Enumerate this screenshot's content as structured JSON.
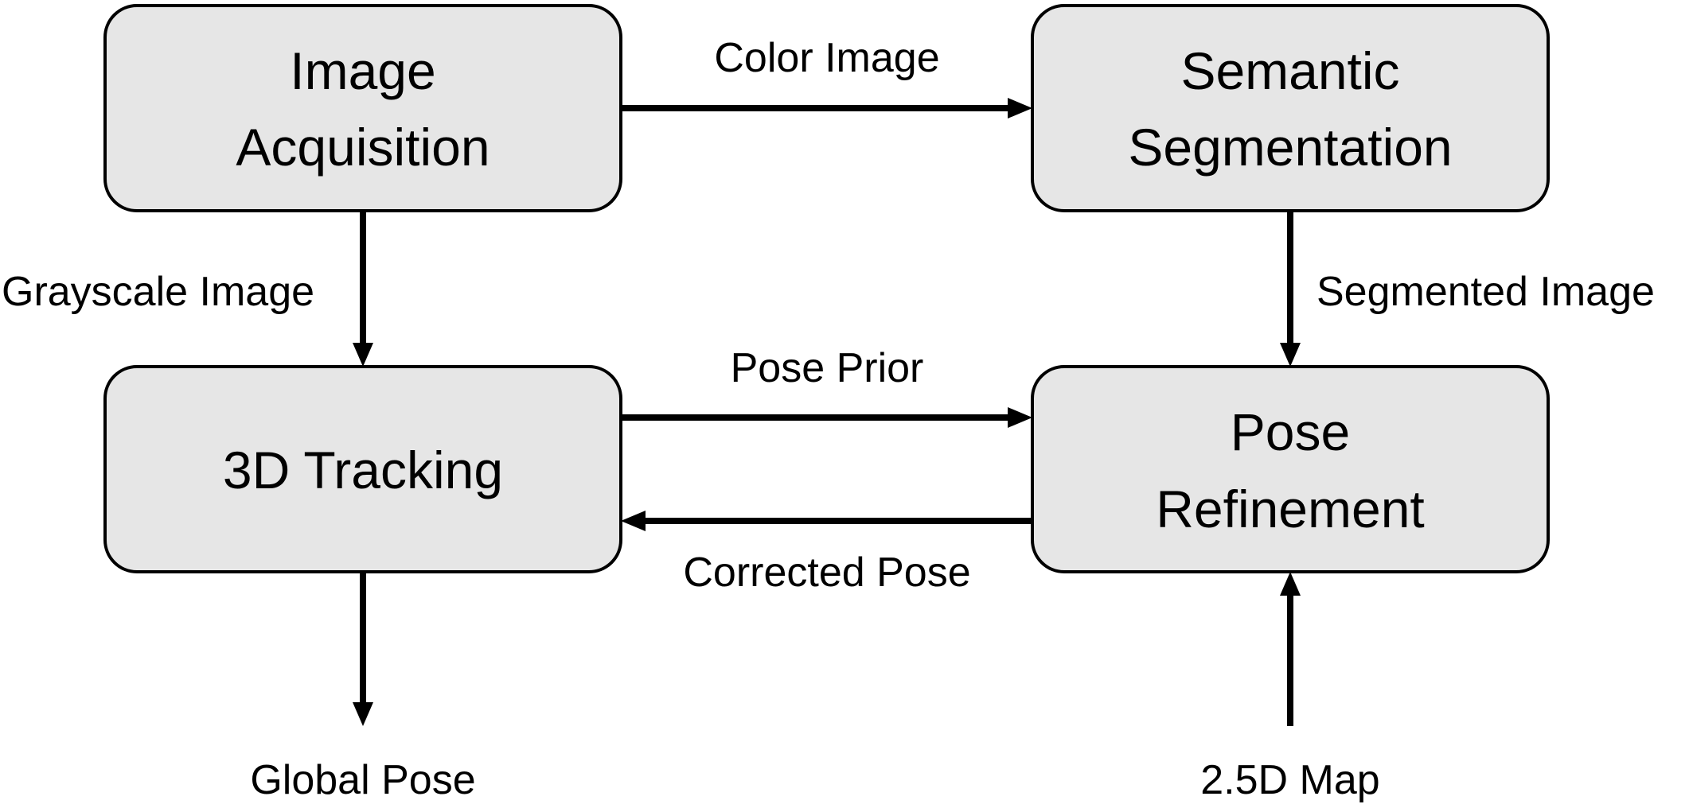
{
  "nodes": {
    "image_acquisition": {
      "line1": "Image",
      "line2": "Acquisition"
    },
    "semantic_segmentation": {
      "line1": "Semantic",
      "line2": "Segmentation"
    },
    "tracking_3d": {
      "line1": "3D Tracking"
    },
    "pose_refinement": {
      "line1": "Pose",
      "line2": "Refinement"
    }
  },
  "edges": {
    "color_image": "Color Image",
    "grayscale_image": "Grayscale Image",
    "segmented_image": "Segmented Image",
    "pose_prior": "Pose Prior",
    "corrected_pose": "Corrected Pose",
    "global_pose": "Global Pose",
    "map_25d": "2.5D Map"
  },
  "colors": {
    "box_fill": "#e6e6e6",
    "stroke": "#000000"
  }
}
